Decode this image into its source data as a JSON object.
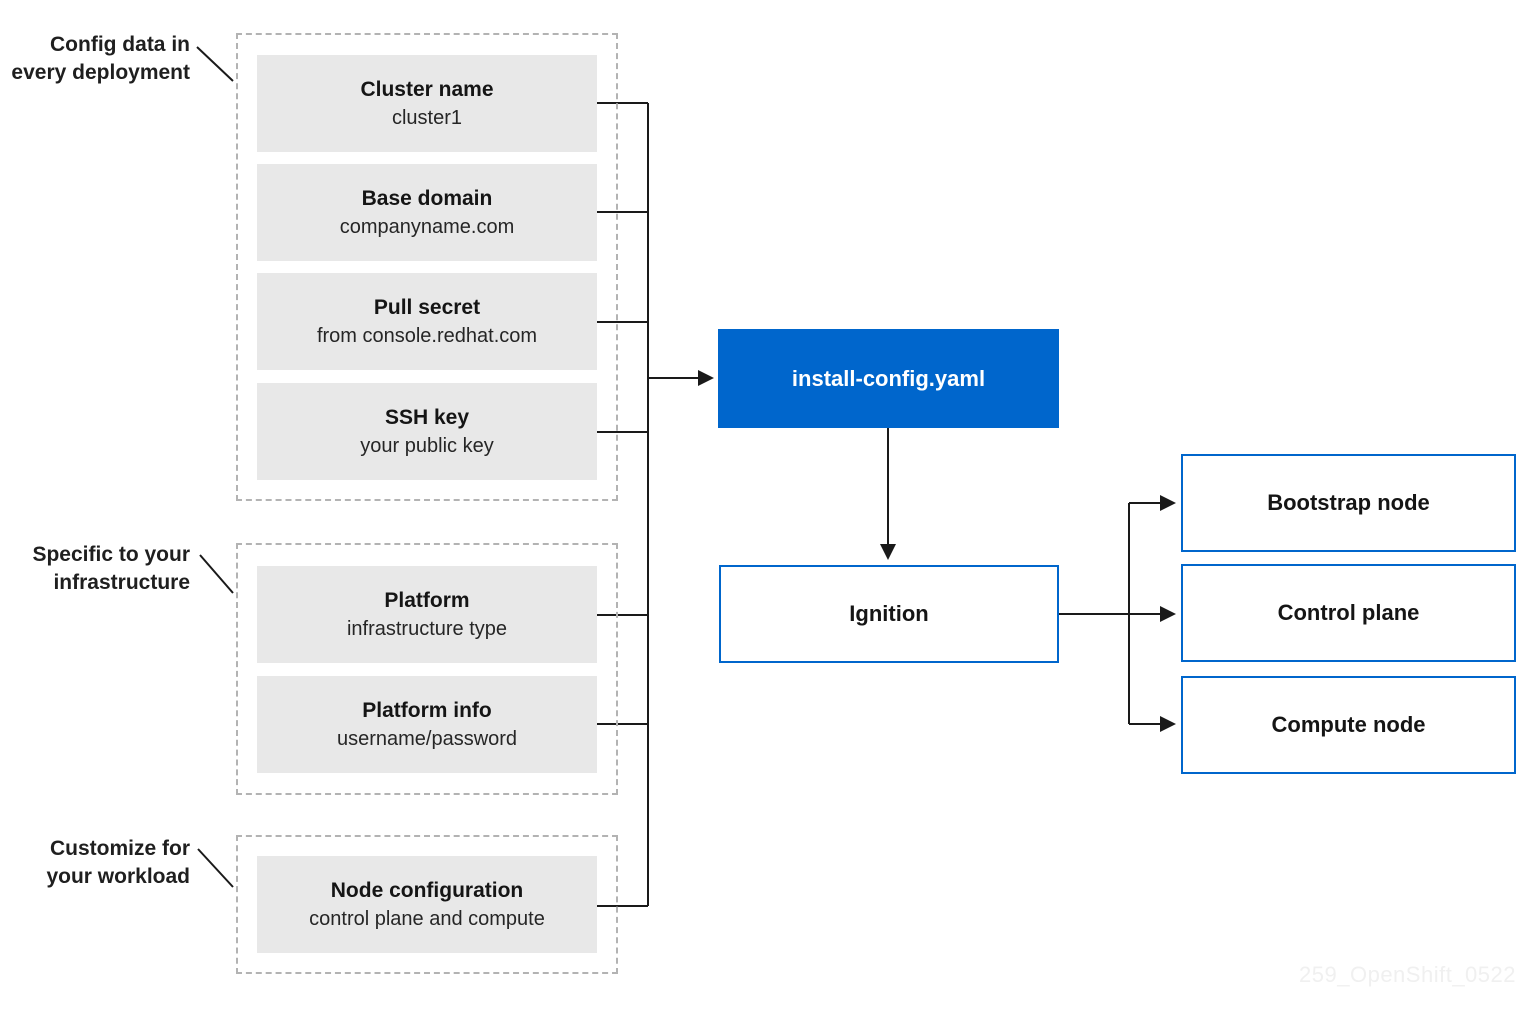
{
  "diagram": {
    "groups": [
      {
        "label": [
          "Config data in",
          "every deployment"
        ],
        "boxes": [
          {
            "title": "Cluster name",
            "subtitle": "cluster1"
          },
          {
            "title": "Base domain",
            "subtitle": "companyname.com"
          },
          {
            "title": "Pull secret",
            "subtitle": "from console.redhat.com"
          },
          {
            "title": "SSH key",
            "subtitle": "your public key"
          }
        ]
      },
      {
        "label": [
          "Specific to your",
          "infrastructure"
        ],
        "boxes": [
          {
            "title": "Platform",
            "subtitle": "infrastructure type"
          },
          {
            "title": "Platform info",
            "subtitle": "username/password"
          }
        ]
      },
      {
        "label": [
          "Customize for",
          "your workload"
        ],
        "boxes": [
          {
            "title": "Node configuration",
            "subtitle": "control plane and compute"
          }
        ]
      }
    ],
    "install_config": {
      "label": "install-config.yaml"
    },
    "ignition": {
      "label": "Ignition"
    },
    "nodes": [
      {
        "label": "Bootstrap node"
      },
      {
        "label": "Control plane"
      },
      {
        "label": "Compute node"
      }
    ],
    "watermark": "259_OpenShift_0522",
    "colors": {
      "accent_blue": "#0066cc",
      "box_gray": "#e8e8e8",
      "dashed_border": "#b3b3b3",
      "line_black": "#1a1a1a",
      "text_dark": "#151515",
      "watermark_gray": "#f0f0f0"
    }
  }
}
